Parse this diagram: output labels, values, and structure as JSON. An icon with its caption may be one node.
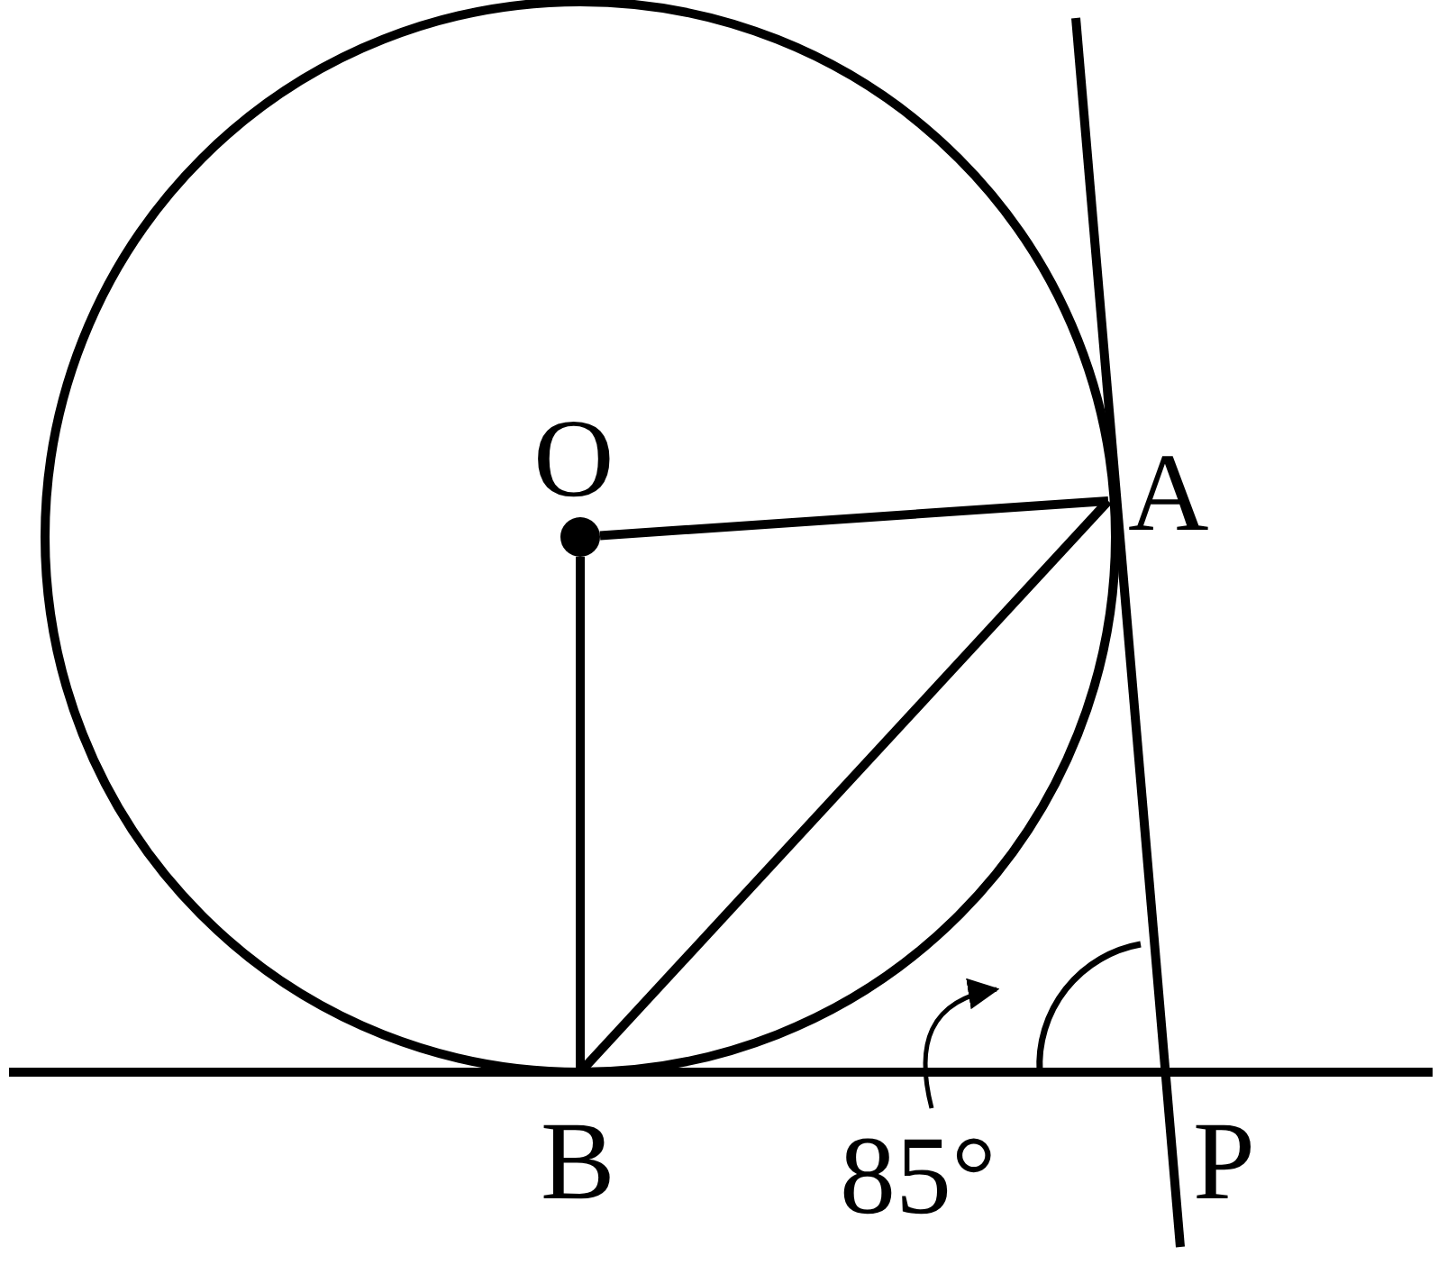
{
  "diagram": {
    "nodes": [
      {
        "text": [
          "O"
        ]
      },
      {
        "text": [
          "A"
        ]
      },
      {
        "text": [
          "B"
        ]
      },
      {
        "text": [
          "P"
        ]
      },
      {
        "text": [
          "85°"
        ]
      },
      {
        "text": [],
        "shape": "arc"
      }
    ],
    "edges": [
      {
        "from": 0,
        "to": 1,
        "arrow": "none"
      },
      {
        "from": 0,
        "to": 2,
        "arrow": "none"
      },
      {
        "from": 1,
        "to": 2,
        "arrow": "none"
      },
      {
        "from": 4,
        "to": 5,
        "arrow": "to"
      }
    ]
  }
}
